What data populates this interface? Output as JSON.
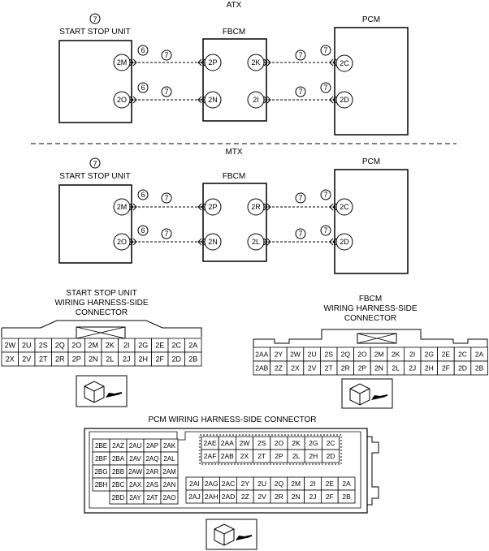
{
  "atx": {
    "title": "ATX",
    "circle7": "7",
    "ssu_label": "START STOP UNIT",
    "fbcm_label": "FBCM",
    "pcm_label": "PCM",
    "ssu_pins": [
      "2M",
      "2O"
    ],
    "fbcm_left_pins": [
      "2P",
      "2N"
    ],
    "fbcm_right_pins": [
      "2K",
      "2I"
    ],
    "pcm_pins": [
      "2C",
      "2D"
    ],
    "mark6": "6",
    "mark7": "7"
  },
  "mtx": {
    "title": "MTX",
    "circle7": "7",
    "ssu_label": "START STOP UNIT",
    "fbcm_label": "FBCM",
    "pcm_label": "PCM",
    "ssu_pins": [
      "2M",
      "2O"
    ],
    "fbcm_left_pins": [
      "2P",
      "2N"
    ],
    "fbcm_right_pins": [
      "2R",
      "2L"
    ],
    "pcm_pins": [
      "2C",
      "2D"
    ],
    "mark6": "6",
    "mark7": "7"
  },
  "ssu_connector": {
    "title_lines": [
      "START STOP UNIT",
      "WIRING HARNESS-SIDE",
      "CONNECTOR"
    ],
    "rows": [
      [
        "2W",
        "2U",
        "2S",
        "2Q",
        "2O",
        "2M",
        "2K",
        "2I",
        "2G",
        "2E",
        "2C",
        "2A"
      ],
      [
        "2X",
        "2V",
        "2T",
        "2R",
        "2P",
        "2N",
        "2L",
        "2J",
        "2H",
        "2F",
        "2D",
        "2B"
      ]
    ]
  },
  "fbcm_connector": {
    "title_lines": [
      "FBCM",
      "WIRING HARNESS-SIDE",
      "CONNECTOR"
    ],
    "rows": [
      [
        "2AA",
        "2Y",
        "2W",
        "2U",
        "2S",
        "2Q",
        "2O",
        "2M",
        "2K",
        "2I",
        "2G",
        "2E",
        "2C",
        "2A"
      ],
      [
        "2AB",
        "2Z",
        "2X",
        "2V",
        "2T",
        "2R",
        "2P",
        "2N",
        "2L",
        "2J",
        "2H",
        "2F",
        "2D",
        "2B"
      ]
    ]
  },
  "pcm_connector": {
    "title": "PCM WIRING HARNESS-SIDE CONNECTOR",
    "left_block": [
      [
        "2BE",
        "2AZ",
        "2AU",
        "2AP",
        "2AK"
      ],
      [
        "2BF",
        "2BA",
        "2AV",
        "2AQ",
        "2AL"
      ],
      [
        "2BG",
        "2BB",
        "2AW",
        "2AR",
        "2AM"
      ],
      [
        "2BH",
        "2BC",
        "2AX",
        "2AS",
        "2AN"
      ],
      [
        "",
        "2BD",
        "2AY",
        "2AT",
        "2AO"
      ]
    ],
    "top_block": [
      [
        "2AE",
        "2AA",
        "2W",
        "2S",
        "2O",
        "2K",
        "2G",
        "2C"
      ],
      [
        "2AF",
        "2AB",
        "2X",
        "2T",
        "2P",
        "2L",
        "2H",
        "2D"
      ]
    ],
    "bottom_block": [
      [
        "2AI",
        "2AG",
        "2AC",
        "2Y",
        "2U",
        "2Q",
        "2M",
        "2I",
        "2E",
        "2A"
      ],
      [
        "2AJ",
        "2AH",
        "2AD",
        "2Z",
        "2V",
        "2R",
        "2N",
        "2J",
        "2F",
        "2B"
      ]
    ]
  }
}
